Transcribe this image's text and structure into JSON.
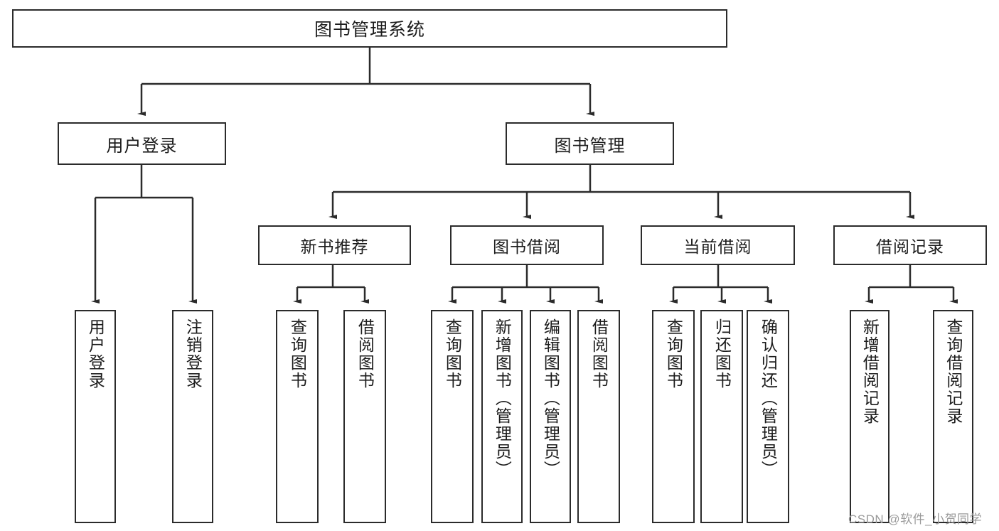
{
  "diagram": {
    "title": "图书管理系统",
    "type": "tree-hierarchy",
    "root": {
      "label": "图书管理系统"
    },
    "level2": [
      {
        "label": "用户登录"
      },
      {
        "label": "图书管理"
      }
    ],
    "level3": [
      {
        "label": "新书推荐"
      },
      {
        "label": "图书借阅"
      },
      {
        "label": "当前借阅"
      },
      {
        "label": "借阅记录"
      }
    ],
    "leaves": {
      "user_login": [
        {
          "label": "用户登录"
        },
        {
          "label": "注销登录"
        }
      ],
      "new_book_recommend": [
        {
          "label": "查询图书"
        },
        {
          "label": "借阅图书"
        }
      ],
      "book_borrow": [
        {
          "label": "查询图书"
        },
        {
          "label": "新增图书（管理员）"
        },
        {
          "label": "编辑图书（管理员）"
        },
        {
          "label": "借阅图书"
        }
      ],
      "current_borrow": [
        {
          "label": "查询图书"
        },
        {
          "label": "归还图书"
        },
        {
          "label": "确认归还（管理员）"
        }
      ],
      "borrow_record": [
        {
          "label": "新增借阅记录"
        },
        {
          "label": "查询借阅记录"
        }
      ]
    }
  },
  "watermark": {
    "text": "CSDN @软件_小贺同学"
  },
  "colors": {
    "stroke": "#2b2b2b",
    "background": "#ffffff",
    "text": "#1c1c1c",
    "watermark": "#9a9a9a"
  }
}
